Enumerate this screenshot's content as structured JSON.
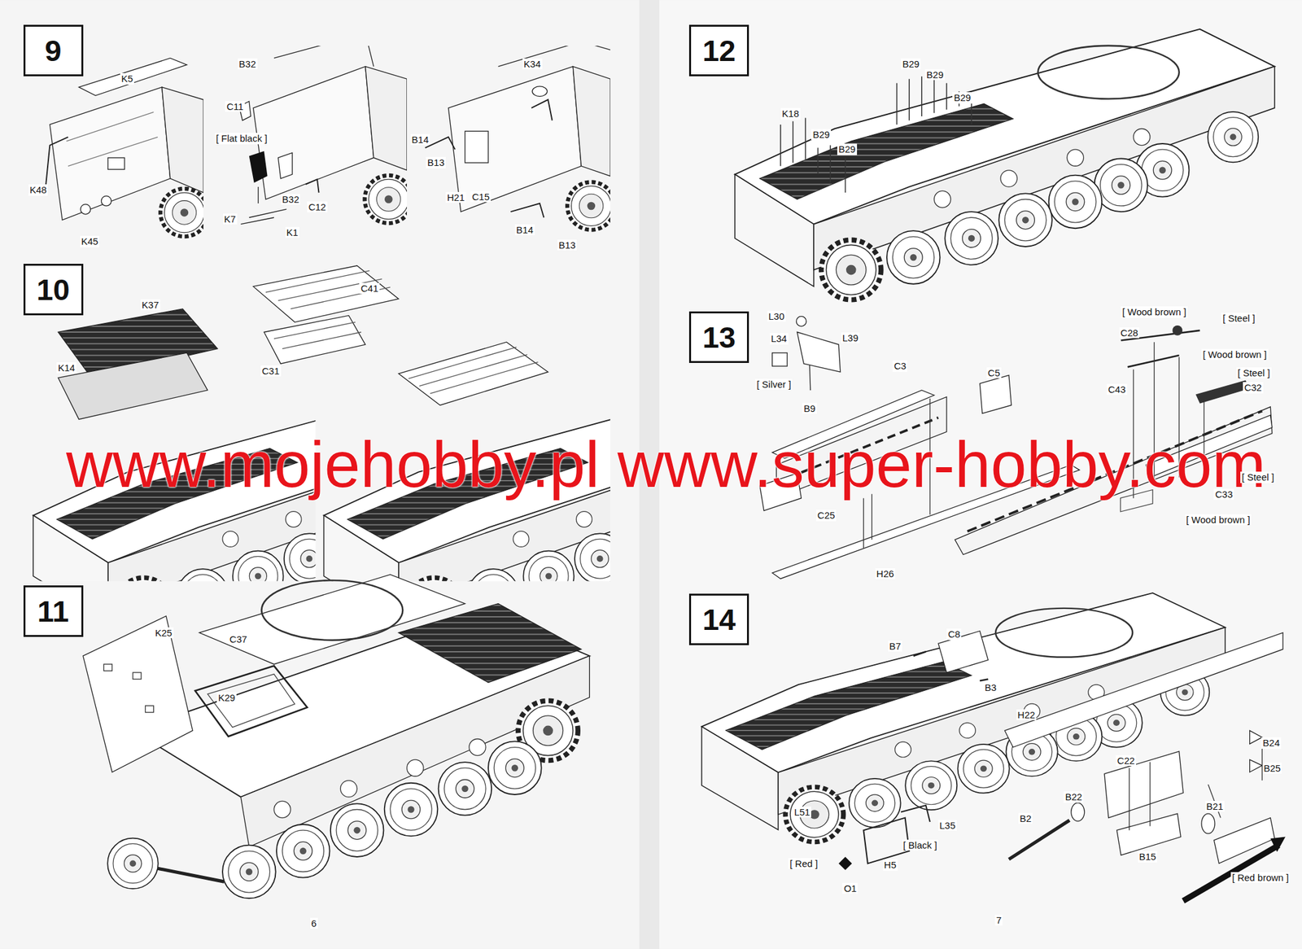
{
  "diagram": {
    "nodes": [
      {
        "text": [
          "9"
        ]
      },
      {
        "text": [
          "10"
        ]
      },
      {
        "text": [
          "11"
        ]
      },
      {
        "text": [
          "12"
        ]
      },
      {
        "text": [
          "13"
        ]
      },
      {
        "text": [
          "14"
        ]
      }
    ],
    "edges": [],
    "labels": [
      "K5",
      "K48",
      "K45",
      "B32",
      "C11",
      "[ Flat black ]",
      "K7",
      "K1",
      "B32",
      "C12",
      "K34",
      "B14",
      "B13",
      "H21",
      "C15",
      "B14",
      "B13",
      "K37",
      "K14",
      "C41",
      "C31",
      "www.mojehobby.pl www.super-hobby.com",
      "K25",
      "C37",
      "K29",
      "6",
      "B29",
      "B29",
      "B29",
      "K18",
      "B29",
      "B29",
      "L30",
      "L34",
      "L39",
      "[ Silver ]",
      "B9",
      "C3",
      "C5",
      "C25",
      "H26",
      "[ Wood brown ]",
      "[ Steel ]",
      "C28",
      "[ Wood brown ]",
      "[ Steel ]",
      "C43",
      "C32",
      "[ Steel ]",
      "C33",
      "[ Wood brown ]",
      "B7",
      "C8",
      "B3",
      "H22",
      "L51",
      "L35",
      "[ Black ]",
      "[ Red ]",
      "H5",
      "O1",
      "C22",
      "B22",
      "B2",
      "B15",
      "B21",
      "B24",
      "B25",
      "[ Red brown ]",
      "7"
    ]
  }
}
